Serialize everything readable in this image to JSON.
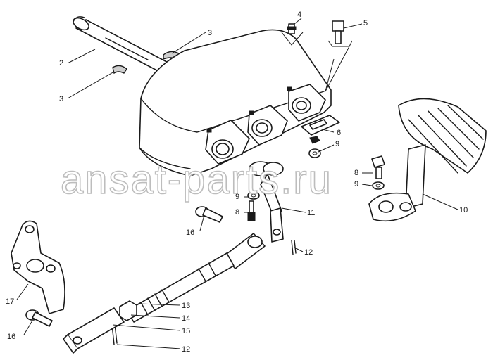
{
  "watermark": "ansat-parts.ru",
  "callouts": {
    "c2": "2",
    "c3a": "3",
    "c3b": "3",
    "c4": "4",
    "c5": "5",
    "c6": "6",
    "c8a": "8",
    "c8b": "8",
    "c9a": "9",
    "c9b": "9",
    "c9c": "9",
    "c10": "10",
    "c11": "11",
    "c12a": "12",
    "c12b": "12",
    "c13": "13",
    "c14": "14",
    "c15": "15",
    "c16a": "16",
    "c16b": "16",
    "c17": "17"
  },
  "colors": {
    "line": "#1a1a1a",
    "watermark_stroke": "#bdbdbd",
    "background": "#ffffff"
  }
}
